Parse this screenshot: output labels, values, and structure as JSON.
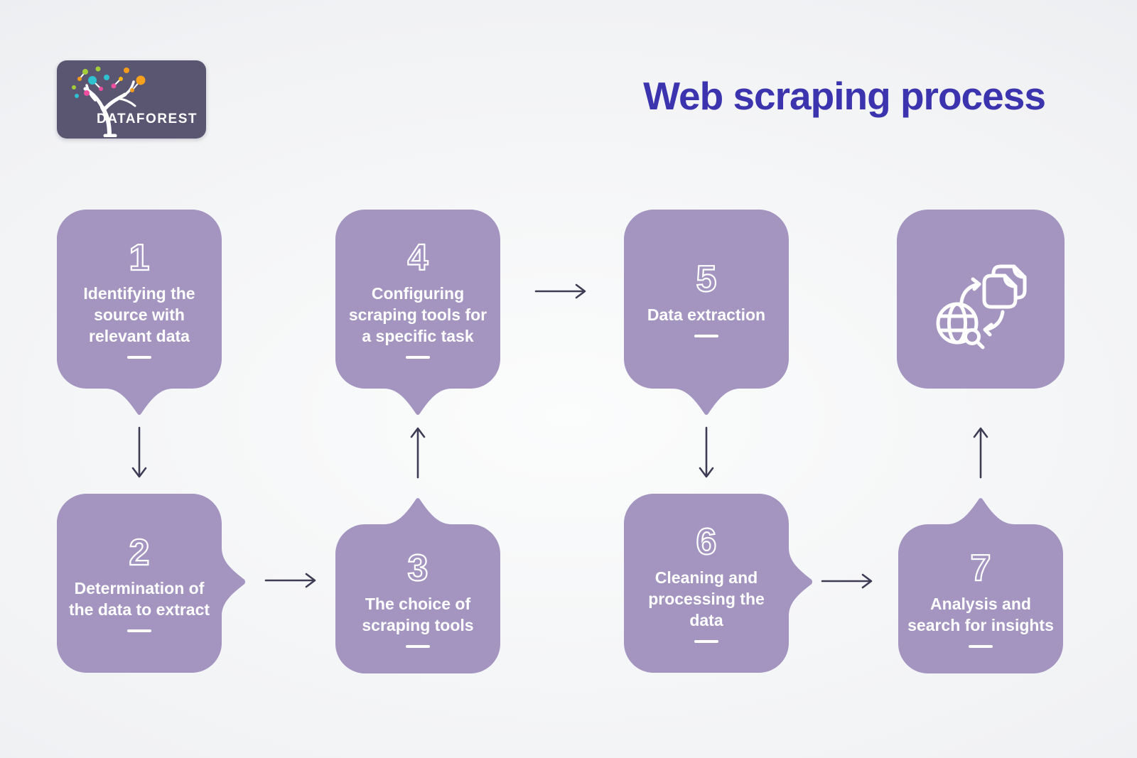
{
  "title": "Web scraping process",
  "logo": {
    "brand": "DATAFOREST"
  },
  "steps": [
    {
      "number": "1",
      "label": "Identifying the source with relevant data"
    },
    {
      "number": "2",
      "label": "Determination of the data to extract"
    },
    {
      "number": "3",
      "label": "The choice of scraping tools"
    },
    {
      "number": "4",
      "label": "Configuring scraping tools for a specific task"
    },
    {
      "number": "5",
      "label": "Data extraction"
    },
    {
      "number": "6",
      "label": "Cleaning and processing the data"
    },
    {
      "number": "7",
      "label": "Analysis and search for insights"
    }
  ],
  "result": {
    "icon": "web-to-documents-transfer-icon"
  },
  "colors": {
    "box_purple": "#a394c0",
    "title_indigo": "#3b34ae",
    "arrow_slate": "#3e3c55",
    "logo_background": "#5a5671",
    "background_light": "#f1f2f4"
  }
}
